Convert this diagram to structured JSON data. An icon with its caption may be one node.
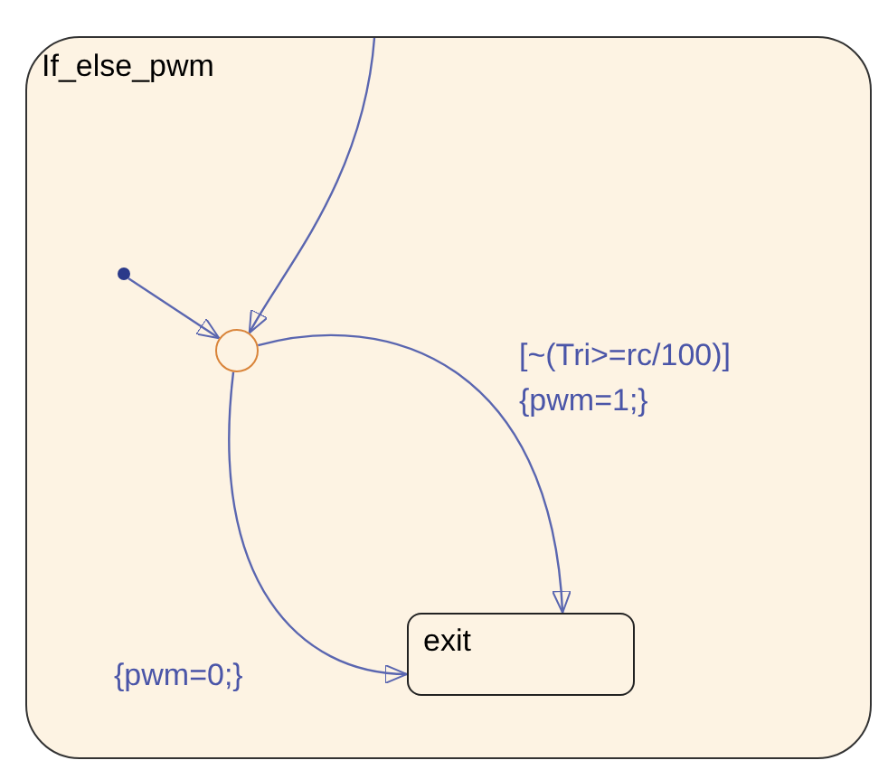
{
  "diagram": {
    "nodes": [
      {
        "text": [
          "If_else_pwm"
        ]
      },
      {
        "text": [],
        "shape": "circle",
        "in": 0
      },
      {
        "text": [
          "exit"
        ],
        "in": 0
      },
      {
        "text": [],
        "shape": "circle",
        "in": 0
      }
    ],
    "edges": [
      {
        "from": null,
        "to": 1,
        "arrow": "to"
      },
      {
        "from": 3,
        "to": 1,
        "arrow": "to"
      },
      {
        "from": 1,
        "to": 2,
        "arrow": "to",
        "label": "[~(Tri>=rc/100)] {pwm=1;}"
      },
      {
        "from": 1,
        "to": 2,
        "arrow": "to",
        "label": "{pwm=0;}"
      }
    ]
  }
}
